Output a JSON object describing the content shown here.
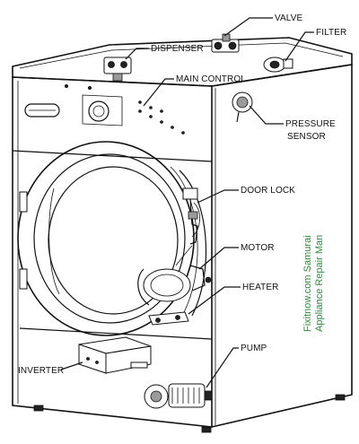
{
  "diagram": {
    "labels": {
      "valve": "VALVE",
      "filter": "FILTER",
      "dispenser": "DISPENSER",
      "main_control": "MAIN CONTROL",
      "pressure_sensor_line1": "PRESSURE",
      "pressure_sensor_line2": "SENSOR",
      "door_lock": "DOOR LOCK",
      "motor": "MOTOR",
      "heater": "HEATER",
      "pump": "PUMP",
      "inverter": "INVERTER"
    },
    "watermark": {
      "line1": "Fixitnow.com Samurai",
      "line2": "Appliance Repair Man",
      "color": "#2e8b3e"
    }
  }
}
